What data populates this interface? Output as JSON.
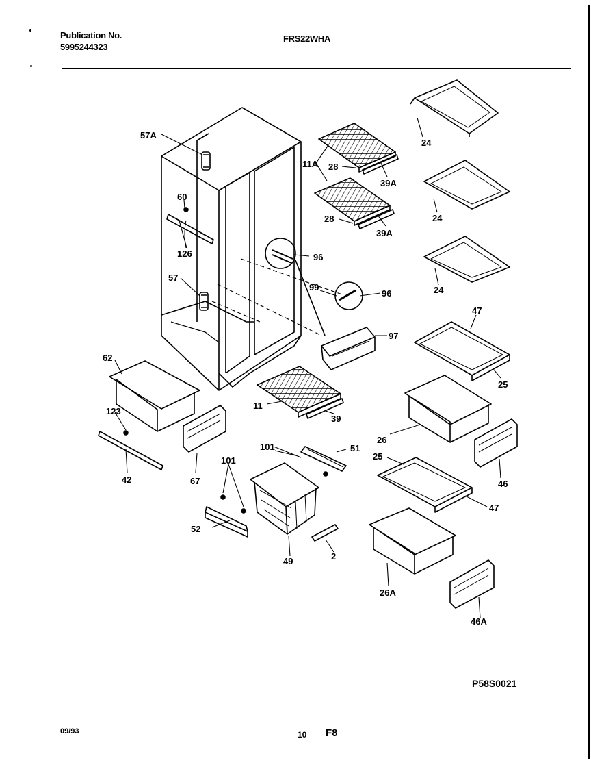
{
  "header": {
    "publication_label": "Publication No.",
    "publication_number": "5995244323",
    "model": "FRS22WHA"
  },
  "callouts": {
    "c57A": "57A",
    "c60": "60",
    "c126": "126",
    "c57": "57",
    "c62": "62",
    "c123": "123",
    "c42": "42",
    "c67": "67",
    "c11A": "11A",
    "c28a": "28",
    "c39Aa": "39A",
    "c28b": "28",
    "c39Ab": "39A",
    "c24a": "24",
    "c24b": "24",
    "c24c": "24",
    "c96a": "96",
    "c99": "99",
    "c96b": "96",
    "c97": "97",
    "c11": "11",
    "c39": "39",
    "c47a": "47",
    "c25a": "25",
    "c26": "26",
    "c46": "46",
    "c101a": "101",
    "c51": "51",
    "c101b": "101",
    "c52": "52",
    "c49": "49",
    "c2": "2",
    "c25b": "25",
    "c47b": "47",
    "c26A": "26A",
    "c46A": "46A"
  },
  "footer": {
    "diagram_code": "P58S0021",
    "date": "09/93",
    "page_number": "10",
    "section_code": "F8"
  }
}
